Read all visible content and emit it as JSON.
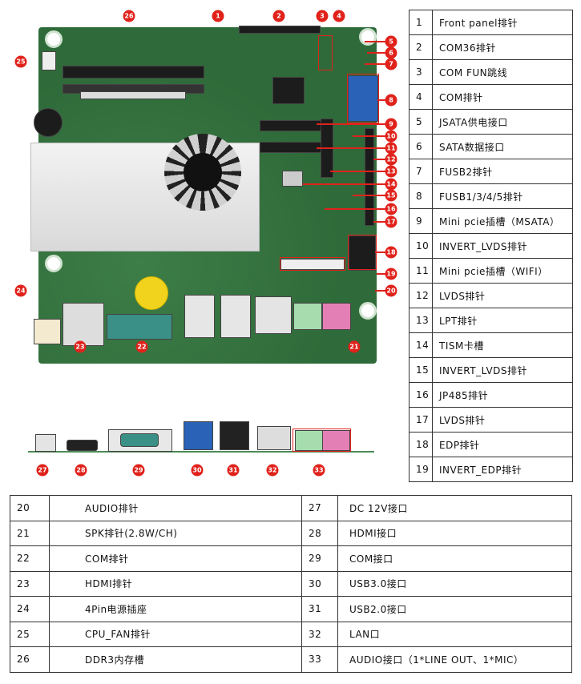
{
  "callouts": [
    "1",
    "2",
    "3",
    "4",
    "5",
    "6",
    "7",
    "8",
    "9",
    "10",
    "11",
    "12",
    "13",
    "14",
    "15",
    "16",
    "17",
    "18",
    "19",
    "20",
    "21",
    "22",
    "23",
    "24",
    "25",
    "26",
    "27",
    "28",
    "29",
    "30",
    "31",
    "32",
    "33"
  ],
  "right_table": [
    {
      "num": "1",
      "label": "Front panel排针"
    },
    {
      "num": "2",
      "label": "COM36排针"
    },
    {
      "num": "3",
      "label": "COM FUN跳线"
    },
    {
      "num": "4",
      "label": "COM排针"
    },
    {
      "num": "5",
      "label": "JSATA供电接口"
    },
    {
      "num": "6",
      "label": "SATA数据接口"
    },
    {
      "num": "7",
      "label": "FUSB2排针"
    },
    {
      "num": "8",
      "label": "FUSB1/3/4/5排针"
    },
    {
      "num": "9",
      "label": "Mini pcie插槽（MSATA）"
    },
    {
      "num": "10",
      "label": "INVERT_LVDS排针"
    },
    {
      "num": "11",
      "label": "Mini pcie插槽（WIFI）"
    },
    {
      "num": "12",
      "label": "LVDS排针"
    },
    {
      "num": "13",
      "label": "LPT排针"
    },
    {
      "num": "14",
      "label": "TISM卡槽"
    },
    {
      "num": "15",
      "label": "INVERT_LVDS排针"
    },
    {
      "num": "16",
      "label": "JP485排针"
    },
    {
      "num": "17",
      "label": "LVDS排针"
    },
    {
      "num": "18",
      "label": "EDP排针"
    },
    {
      "num": "19",
      "label": "INVERT_EDP排针"
    }
  ],
  "bottom_table": [
    [
      {
        "num": "20",
        "label": "AUDIO排针"
      },
      {
        "num": "27",
        "label": "DC 12V接口"
      }
    ],
    [
      {
        "num": "21",
        "label": "SPK排针(2.8W/CH)"
      },
      {
        "num": "28",
        "label": "HDMI接口"
      }
    ],
    [
      {
        "num": "22",
        "label": "COM排针"
      },
      {
        "num": "29",
        "label": "COM接口"
      }
    ],
    [
      {
        "num": "23",
        "label": "HDMI排针"
      },
      {
        "num": "30",
        "label": "USB3.0接口"
      }
    ],
    [
      {
        "num": "24",
        "label": "4Pin电源插座"
      },
      {
        "num": "31",
        "label": "USB2.0接口"
      }
    ],
    [
      {
        "num": "25",
        "label": "CPU_FAN排针"
      },
      {
        "num": "32",
        "label": "LAN口"
      }
    ],
    [
      {
        "num": "26",
        "label": "DDR3内存槽"
      },
      {
        "num": "33",
        "label": "AUDIO接口（1*LINE OUT、1*MIC）"
      }
    ]
  ],
  "colors": {
    "callout": "#e0221b",
    "board": "#2f6b3a"
  }
}
